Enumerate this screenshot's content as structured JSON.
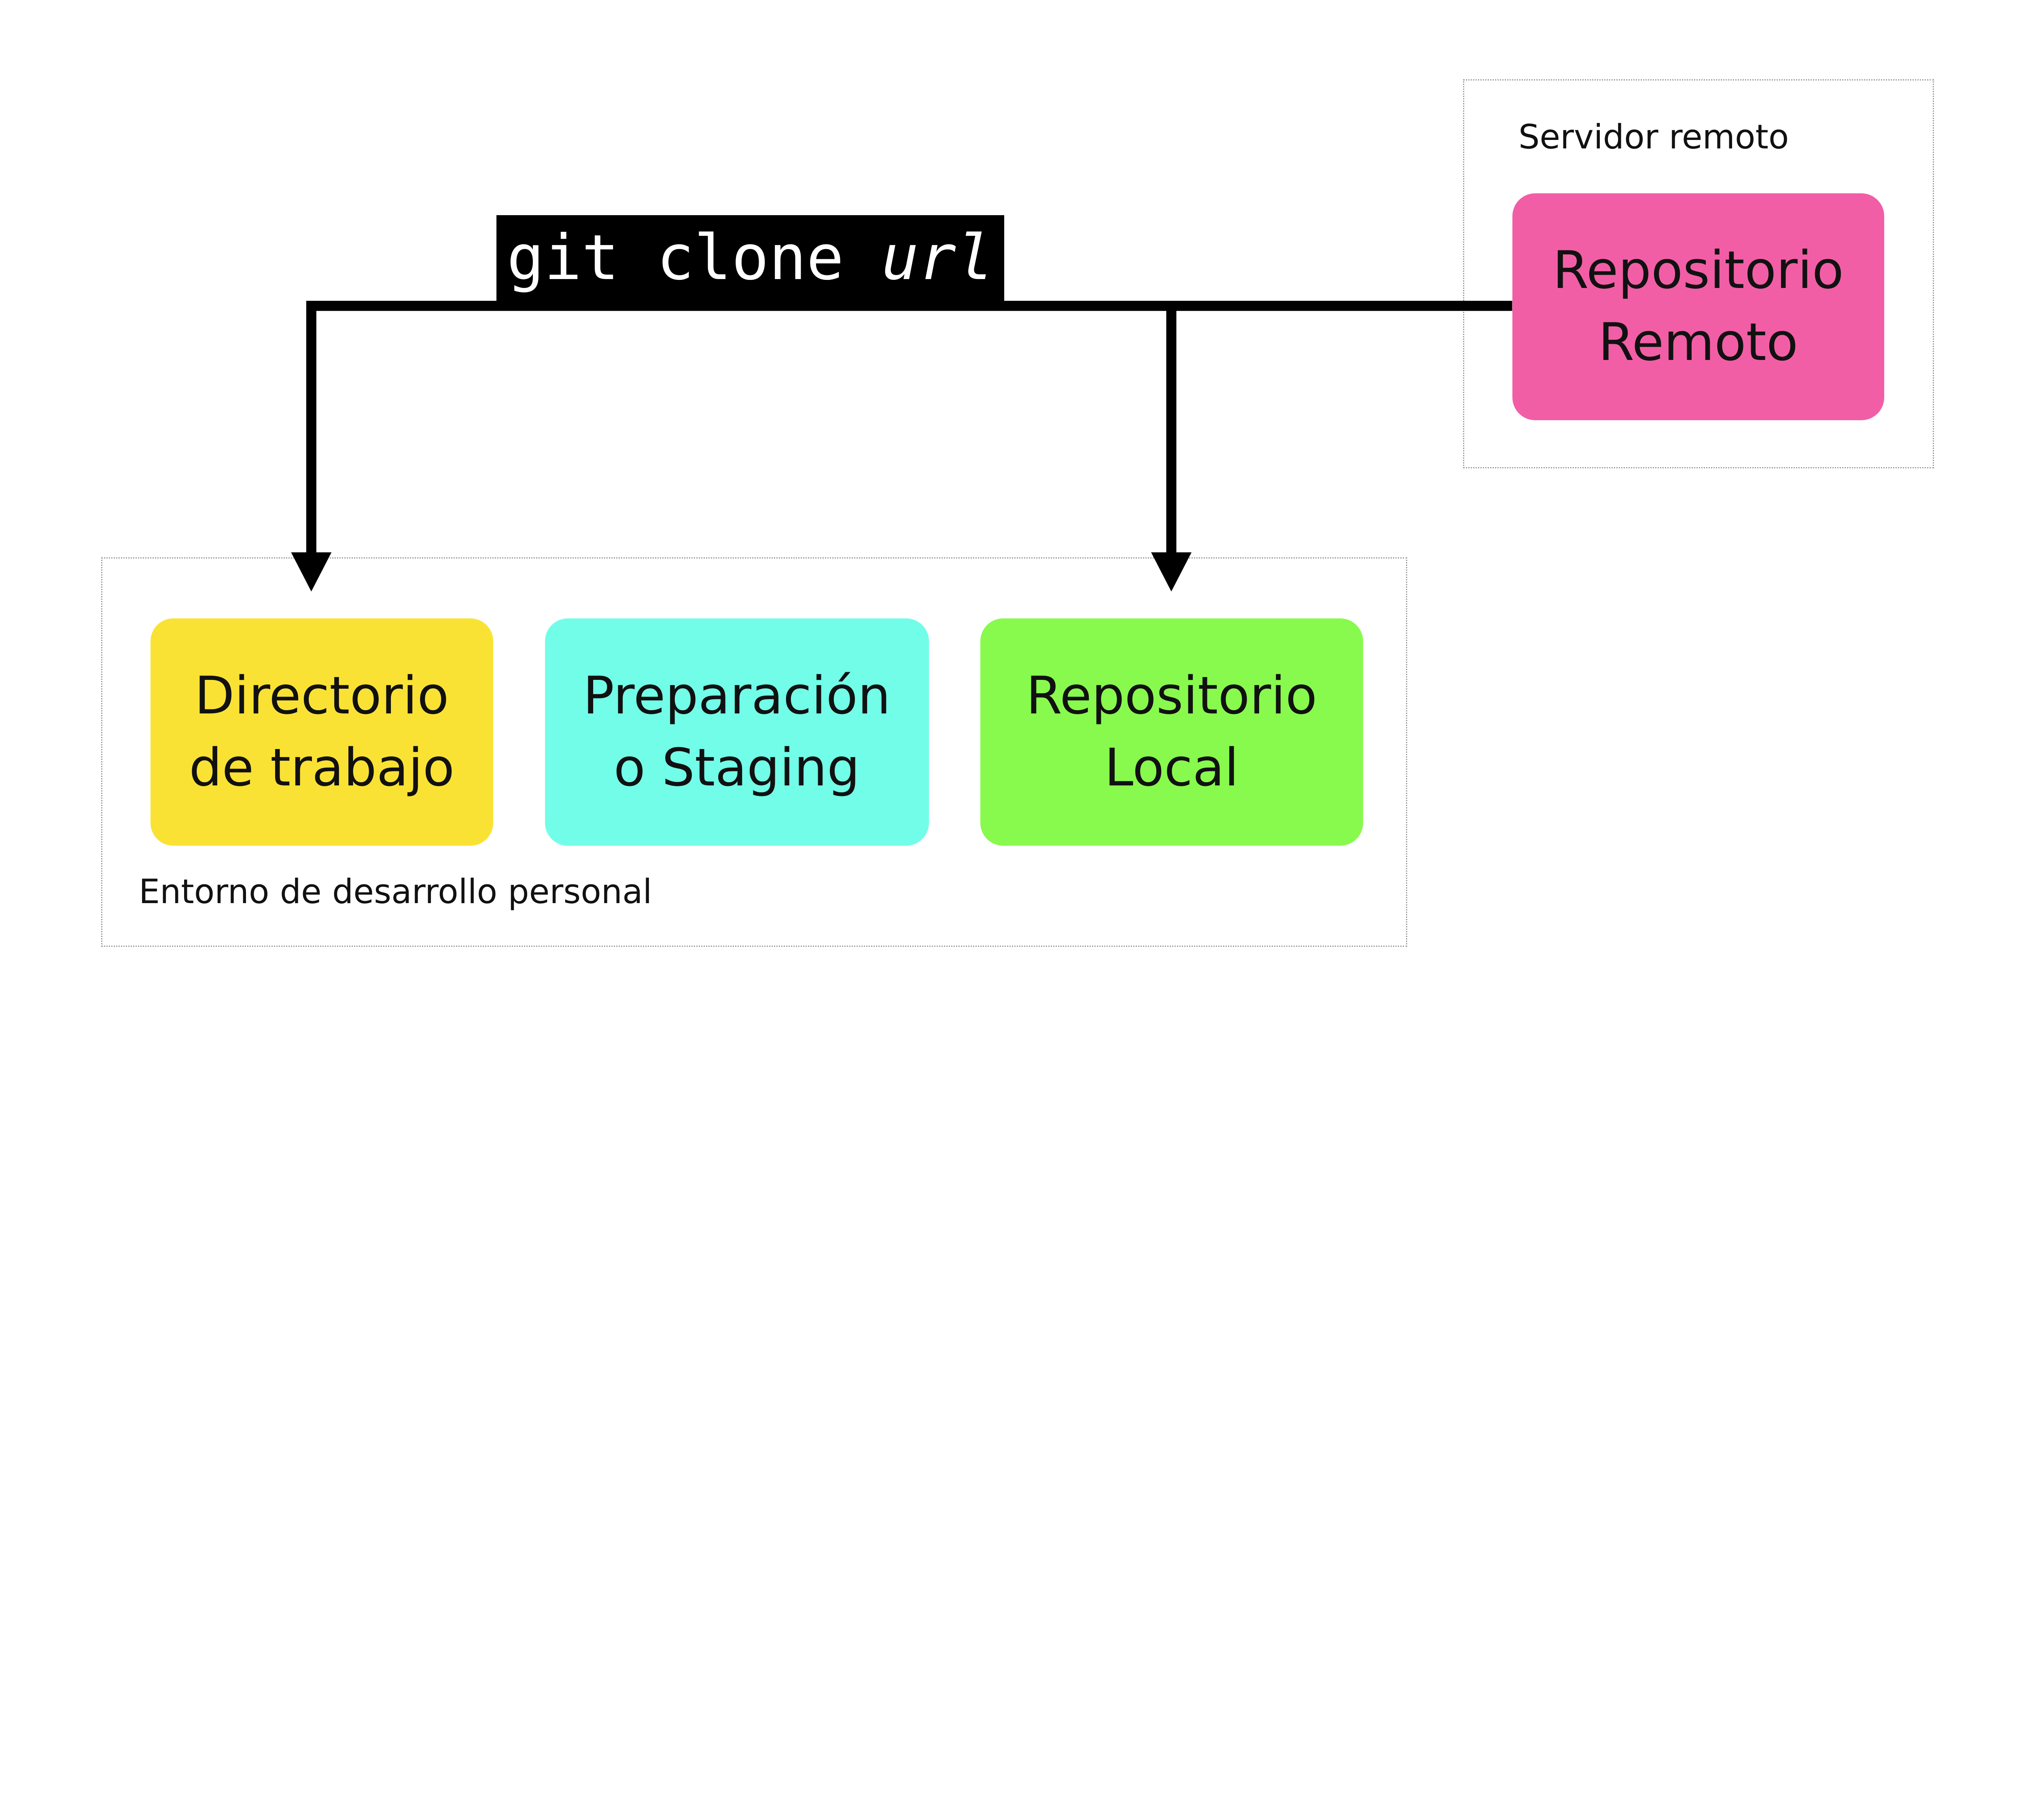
{
  "remote": {
    "frame_label": "Servidor remoto",
    "repo_line1": "Repositorio",
    "repo_line2": "Remoto",
    "repo_color": "#f25ea6"
  },
  "local": {
    "frame_label": "Entorno de desarrollo personal",
    "boxes": [
      {
        "line1": "Directorio",
        "line2": "de trabajo",
        "color": "#fae234"
      },
      {
        "line1": "Preparación",
        "line2": "o Staging",
        "color": "#72fde9"
      },
      {
        "line1": "Repositorio",
        "line2": "Local",
        "color": "#88fa4e"
      }
    ]
  },
  "command": {
    "text": "git clone ",
    "arg": "url"
  }
}
